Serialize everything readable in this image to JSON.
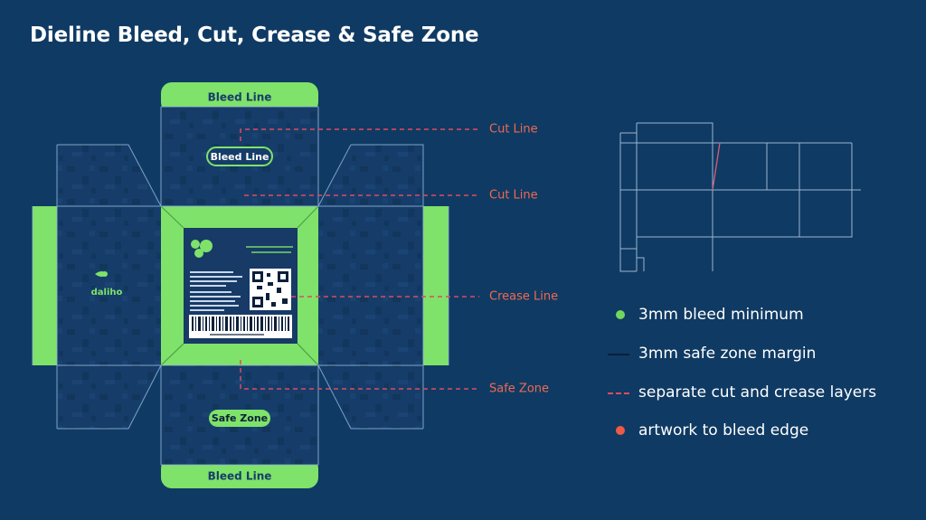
{
  "title": "Dieline Bleed, Cut, Crease & Safe Zone",
  "box": {
    "tab_top_label": "Bleed Line",
    "tab_bottom_label": "Bleed Line",
    "bleed_pill": "Bleed Line",
    "safe_pill": "Safe Zone",
    "brand_name": "daliho"
  },
  "callouts": {
    "cut_line_1": "Cut Line",
    "cut_line_2": "Cut Line",
    "crease_line": "Crease Line",
    "safe_zone": "Safe Zone"
  },
  "legend": [
    {
      "marker": "green-dot",
      "text": "3mm bleed minimum"
    },
    {
      "marker": "navy-line",
      "text": "3mm safe zone margin"
    },
    {
      "marker": "pink-dash",
      "text": "separate cut and crease layers"
    },
    {
      "marker": "red-dot",
      "text": "artwork to bleed edge"
    }
  ],
  "colors": {
    "background": "#0f3a63",
    "panel": "#163d69",
    "bleed_green": "#7fe26a",
    "callout_pink": "#e04a62",
    "callout_text": "#ef6a52",
    "navy": "#0a1f3a"
  }
}
